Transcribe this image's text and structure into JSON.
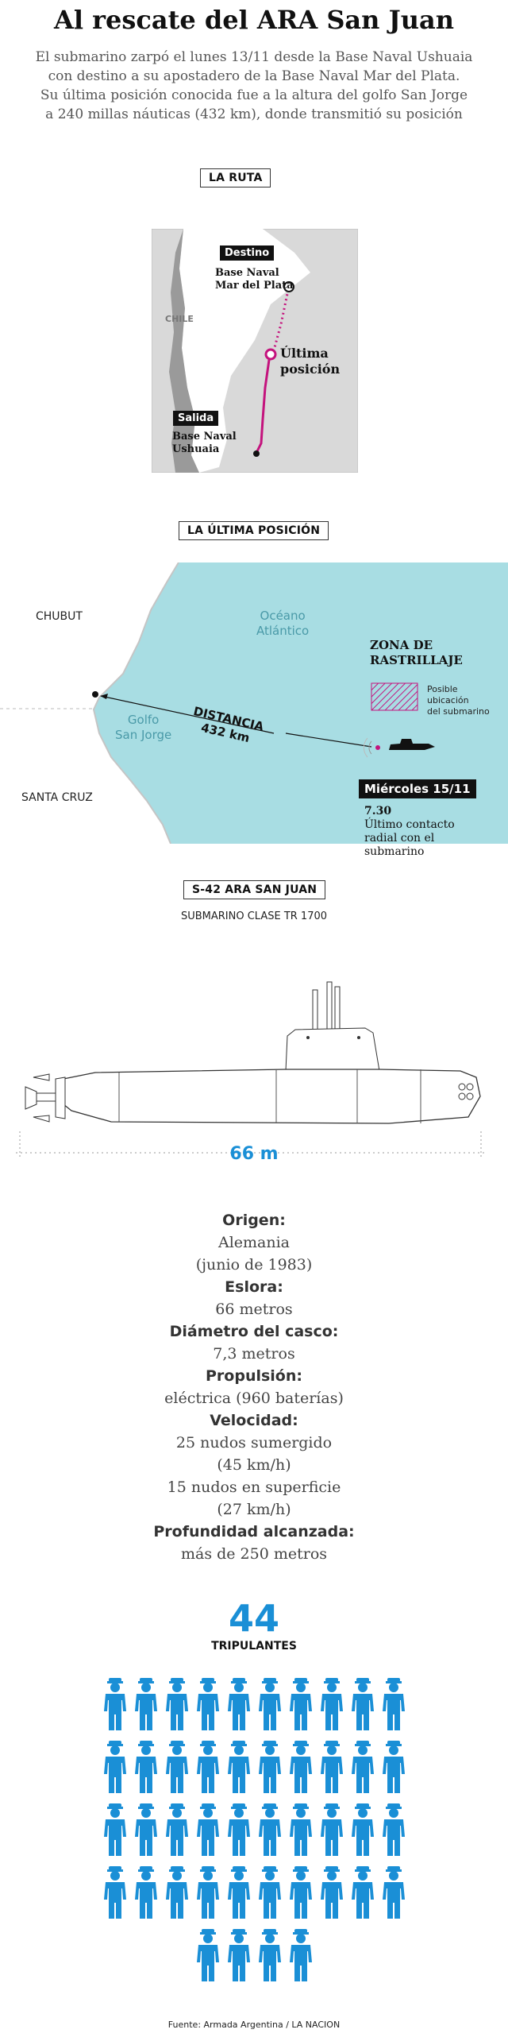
{
  "title": "Al rescate del ARA San Juan",
  "intro": [
    "El submarino zarpó el lunes 13/11 desde la Base Naval Ushuaia",
    "con destino a su apostadero de la Base Naval Mar del Plata.",
    "Su última posición conocida fue a la altura del golfo San Jorge",
    "a 240 millas náuticas (432 km), donde transmitió su posición"
  ],
  "route": {
    "section_label": "LA RUTA",
    "destino_tag": "Destino",
    "destino_name": [
      "Base Naval",
      "Mar del Plata"
    ],
    "country_label": "CHILE",
    "last_position": [
      "Última",
      "posición"
    ],
    "salida_tag": "Salida",
    "salida_name": [
      "Base Naval",
      "Ushuaia"
    ]
  },
  "lastpos": {
    "section_label": "LA ÚLTIMA POSICIÓN",
    "chubut": "CHUBUT",
    "santa_cruz": "SANTA CRUZ",
    "ocean": [
      "Océano",
      "Atlántico"
    ],
    "gulf": [
      "Golfo",
      "San Jorge"
    ],
    "distance_label": "DISTANCIA",
    "distance_value": "432 km",
    "zone_title": [
      "ZONA DE",
      "RASTRILLAJE"
    ],
    "zone_legend": [
      "Posible",
      "ubicación",
      "del submarino"
    ],
    "date_tag": "Miércoles 15/11",
    "time": "7.30",
    "contact": [
      "Último contacto",
      "radial con el",
      "submarino"
    ]
  },
  "sub": {
    "section_label": "S-42 ARA SAN JUAN",
    "class_label": "SUBMARINO CLASE TR 1700",
    "length": "66 m"
  },
  "specs": [
    {
      "label": "Origen:",
      "lines": [
        "Alemania",
        "(junio de 1983)"
      ]
    },
    {
      "label": "Eslora:",
      "lines": [
        "66 metros"
      ]
    },
    {
      "label": "Diámetro del casco:",
      "lines": [
        "7,3 metros"
      ]
    },
    {
      "label": "Propulsión:",
      "lines": [
        "eléctrica (960 baterías)"
      ]
    },
    {
      "label": "Velocidad:",
      "lines": [
        "25 nudos sumergido",
        "(45 km/h)",
        "15 nudos en superficie",
        "(27 km/h)"
      ]
    },
    {
      "label": "Profundidad alcanzada:",
      "lines": [
        "más de 250 metros"
      ]
    }
  ],
  "crew": {
    "count": 44,
    "count_label": "44",
    "label": "TRIPULANTES"
  },
  "source": "Fuente: Armada Argentina / LA NACION",
  "colors": {
    "accent_blue": "#1a8fd6",
    "magenta": "#c4137d",
    "sea": "#a8dde3",
    "land": "#d9d9d9"
  }
}
